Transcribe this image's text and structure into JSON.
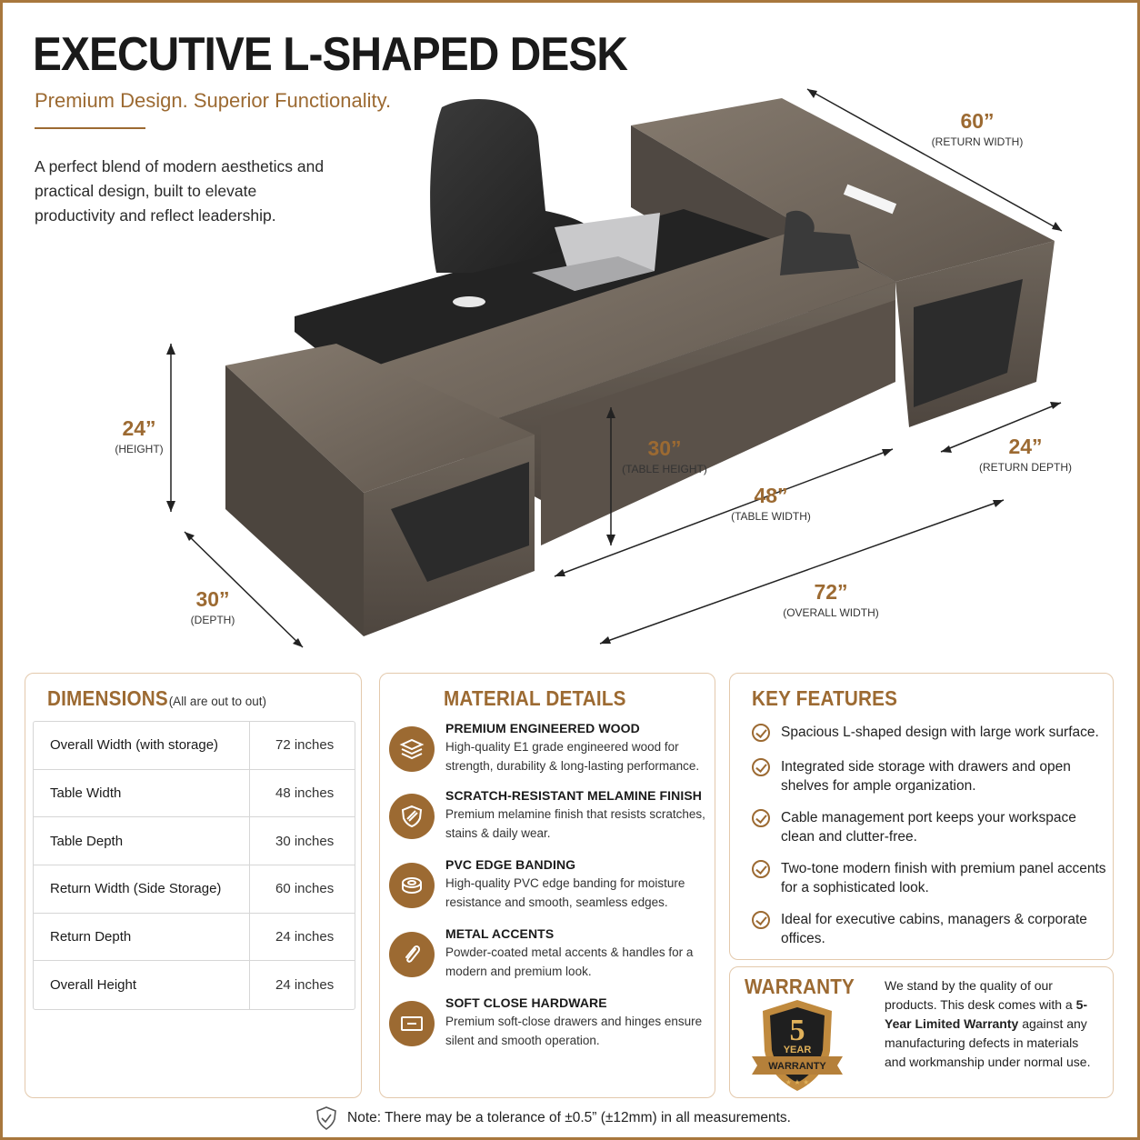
{
  "header": {
    "title": "EXECUTIVE L-SHAPED DESK",
    "subtitle": "Premium Design. Superior Functionality.",
    "intro": "A perfect blend of modern aesthetics and practical design, built to elevate productivity and reflect leadership."
  },
  "callouts": {
    "return_width": {
      "value": "60”",
      "caption": "(RETURN WIDTH)"
    },
    "height": {
      "value": "24”",
      "caption": "(HEIGHT)"
    },
    "table_height": {
      "value": "30”",
      "caption": "(TABLE HEIGHT)"
    },
    "return_depth": {
      "value": "24”",
      "caption": "(RETURN DEPTH)"
    },
    "table_width": {
      "value": "48”",
      "caption": "(TABLE WIDTH)"
    },
    "depth": {
      "value": "30”",
      "caption": "(DEPTH)"
    },
    "overall_width": {
      "value": "72”",
      "caption": "(OVERALL WIDTH)"
    }
  },
  "dimensions": {
    "heading": "DIMENSIONS",
    "note": "(All are out to out)",
    "rows": [
      {
        "label": "Overall Width (with storage)",
        "value": "72 inches"
      },
      {
        "label": "Table Width",
        "value": "48 inches"
      },
      {
        "label": "Table Depth",
        "value": "30 inches"
      },
      {
        "label": "Return Width (Side Storage)",
        "value": "60 inches"
      },
      {
        "label": "Return Depth",
        "value": "24 inches"
      },
      {
        "label": "Overall Height",
        "value": "24 inches"
      }
    ]
  },
  "materials": {
    "heading": "MATERIAL DETAILS",
    "items": [
      {
        "icon": "layers-icon",
        "title": "PREMIUM ENGINEERED WOOD",
        "desc": "High-quality E1 grade engineered wood for strength, durability & long-lasting performance."
      },
      {
        "icon": "shield-scratch-icon",
        "title": "SCRATCH-RESISTANT MELAMINE FINISH",
        "desc": "Premium melamine finish that resists scratches, stains & daily wear."
      },
      {
        "icon": "tape-roll-icon",
        "title": "PVC EDGE BANDING",
        "desc": "High-quality PVC edge banding for moisture resistance and smooth, seamless edges."
      },
      {
        "icon": "paperclip-icon",
        "title": "METAL ACCENTS",
        "desc": "Powder-coated metal accents & handles for a modern and premium look."
      },
      {
        "icon": "drawer-icon",
        "title": "SOFT CLOSE HARDWARE",
        "desc": "Premium soft-close drawers and hinges ensure silent and smooth operation."
      }
    ]
  },
  "features": {
    "heading": "KEY FEATURES",
    "items": [
      "Spacious L-shaped design with large work surface.",
      "Integrated side storage with drawers and open shelves for ample organization.",
      "Cable management port keeps your workspace clean and clutter-free.",
      "Two-tone modern finish with premium panel accents for a sophisticated look.",
      "Ideal for executive cabins, managers & corporate offices."
    ]
  },
  "warranty": {
    "heading": "WARRANTY",
    "badge_number": "5",
    "badge_year": "YEAR",
    "badge_label": "WARRANTY",
    "text_before": "We stand by the quality of our products. This desk comes with a ",
    "text_bold": "5-Year Limited Warranty",
    "text_after": " against any manufacturing defects in materials and workmanship under normal use."
  },
  "footer": {
    "note": "Note: There may be a tolerance of ±0.5” (±12mm) in all measurements."
  },
  "colors": {
    "accent": "#9c6a32",
    "wood": "#6f665c",
    "black": "#2a2a2a",
    "border": "#e3c9ac"
  }
}
